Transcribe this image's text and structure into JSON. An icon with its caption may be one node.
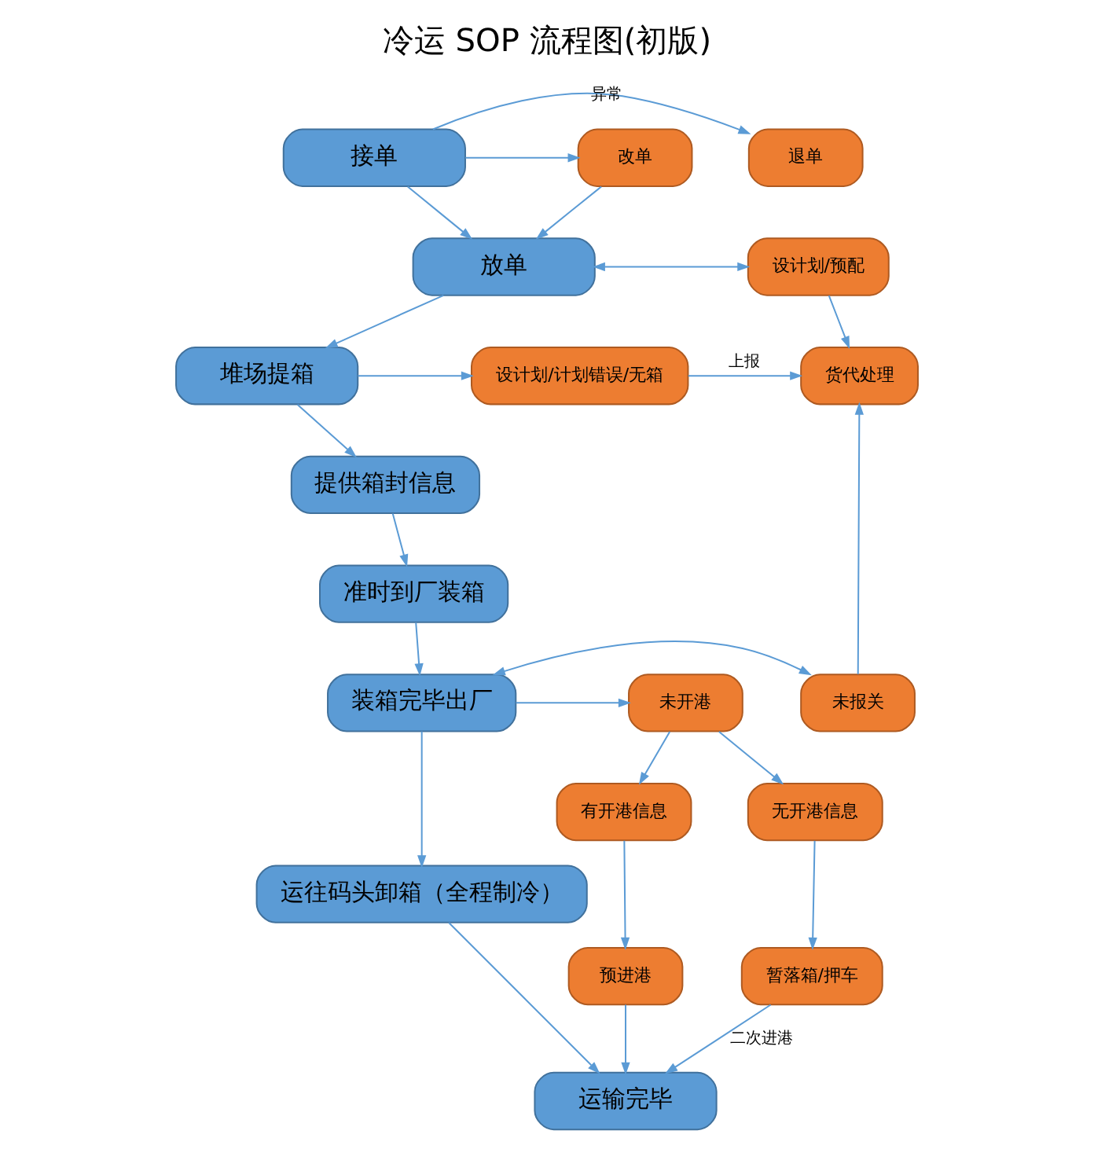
{
  "diagram": {
    "title": "冷运 SOP 流程图(初版)",
    "nodes": [
      {
        "text": [
          "接单"
        ]
      },
      {
        "text": [
          "退单"
        ]
      },
      {
        "text": [
          "改单"
        ]
      },
      {
        "text": [
          "放单"
        ]
      },
      {
        "text": [
          "设计划/预配"
        ]
      },
      {
        "text": [
          "堆场提箱"
        ]
      },
      {
        "text": [
          "设计划/计划错误/无箱"
        ]
      },
      {
        "text": [
          "货代处理"
        ]
      },
      {
        "text": [
          "提供箱封信息"
        ]
      },
      {
        "text": [
          "准时到厂装箱"
        ]
      },
      {
        "text": [
          "装箱完毕出厂"
        ]
      },
      {
        "text": [
          "未报关"
        ]
      },
      {
        "text": [
          "未开港"
        ]
      },
      {
        "text": [
          "有开港信息"
        ]
      },
      {
        "text": [
          "无开港信息"
        ]
      },
      {
        "text": [
          "运往码头卸箱（全程制冷）"
        ]
      },
      {
        "text": [
          "暂落箱/押车"
        ]
      },
      {
        "text": [
          "预进港"
        ]
      },
      {
        "text": [
          "运输完毕"
        ]
      }
    ],
    "edges": [
      {
        "from": 0,
        "to": 3,
        "arrow": "to"
      },
      {
        "from": 0,
        "to": 1,
        "arrow": "to",
        "label": "异常"
      },
      {
        "from": 0,
        "to": 2,
        "arrow": "to"
      },
      {
        "from": 2,
        "to": 3,
        "arrow": "to"
      },
      {
        "from": 3,
        "to": 4,
        "arrow": "both"
      },
      {
        "from": 3,
        "to": 5,
        "arrow": "to"
      },
      {
        "from": 5,
        "to": 6,
        "arrow": "to"
      },
      {
        "from": 4,
        "to": 7,
        "arrow": "to"
      },
      {
        "from": 6,
        "to": 7,
        "arrow": "to",
        "label": "上报"
      },
      {
        "from": 5,
        "to": 8,
        "arrow": "to"
      },
      {
        "from": 8,
        "to": 9,
        "arrow": "to"
      },
      {
        "from": 9,
        "to": 10,
        "arrow": "to"
      },
      {
        "from": 10,
        "to": 11,
        "arrow": "both"
      },
      {
        "from": 11,
        "to": 7,
        "arrow": "to"
      },
      {
        "from": 10,
        "to": 12,
        "arrow": "to"
      },
      {
        "from": 12,
        "to": 13,
        "arrow": "to"
      },
      {
        "from": 12,
        "to": 14,
        "arrow": "to"
      },
      {
        "from": 10,
        "to": 15,
        "arrow": "to"
      },
      {
        "from": 14,
        "to": 16,
        "arrow": "to"
      },
      {
        "from": 13,
        "to": 17,
        "arrow": "to"
      },
      {
        "from": 15,
        "to": 18,
        "arrow": "to"
      },
      {
        "from": 16,
        "to": 18,
        "arrow": "to",
        "label": "二次进港"
      },
      {
        "from": 17,
        "to": 18,
        "arrow": "to"
      }
    ]
  }
}
